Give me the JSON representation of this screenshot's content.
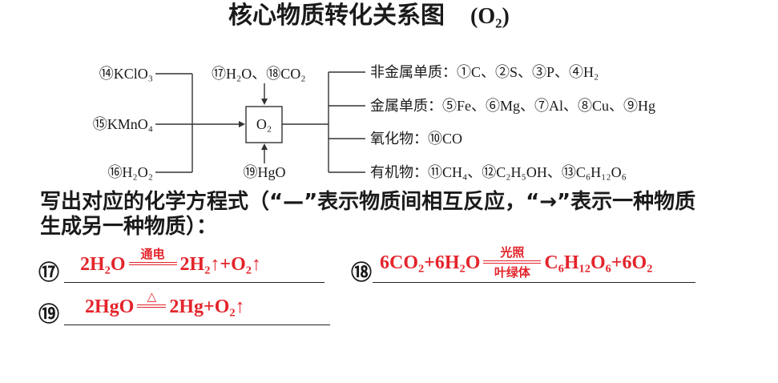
{
  "title": {
    "text": "核心物质转化关系图",
    "formula": "(O₂)"
  },
  "diagram": {
    "left": [
      "⑭KClO₃",
      "⑮KMnO₄",
      "⑯H₂O₂"
    ],
    "top": "⑰H₂O、⑱CO₂",
    "center": "O₂",
    "bottom": "⑲HgO",
    "right": [
      "非金属单质：①C、②S、③P、④H₂",
      "金属单质：⑤Fe、⑥Mg、⑦Al、⑧Cu、⑨Hg",
      "氧化物：⑩CO",
      "有机物：⑪CH₄、⑫C₂H₅OH、⑬C₆H₁₂O₆"
    ]
  },
  "instruction": {
    "lines": [
      "写出对应的化学方程式（“—”表示物质间相互反应，“→”表示一种物质",
      "生成另一种物质）："
    ]
  },
  "answers": [
    {
      "number": "⑰",
      "reactants": "2H₂O",
      "condition_above": "通电",
      "products": "2H₂↑+O₂↑"
    },
    {
      "number": "⑱",
      "reactants": "6CO₂+6H₂O",
      "condition_above": "光照",
      "condition_below": "叶绿体",
      "products": "C₆H₁₂O₆+6O₂"
    },
    {
      "number": "⑲",
      "reactants": "2HgO",
      "condition_above": "△",
      "products": "2Hg+O₂↑"
    }
  ],
  "colors": {
    "text": "#1a1a1a",
    "answer": "#e3242b",
    "line": "#333333"
  }
}
